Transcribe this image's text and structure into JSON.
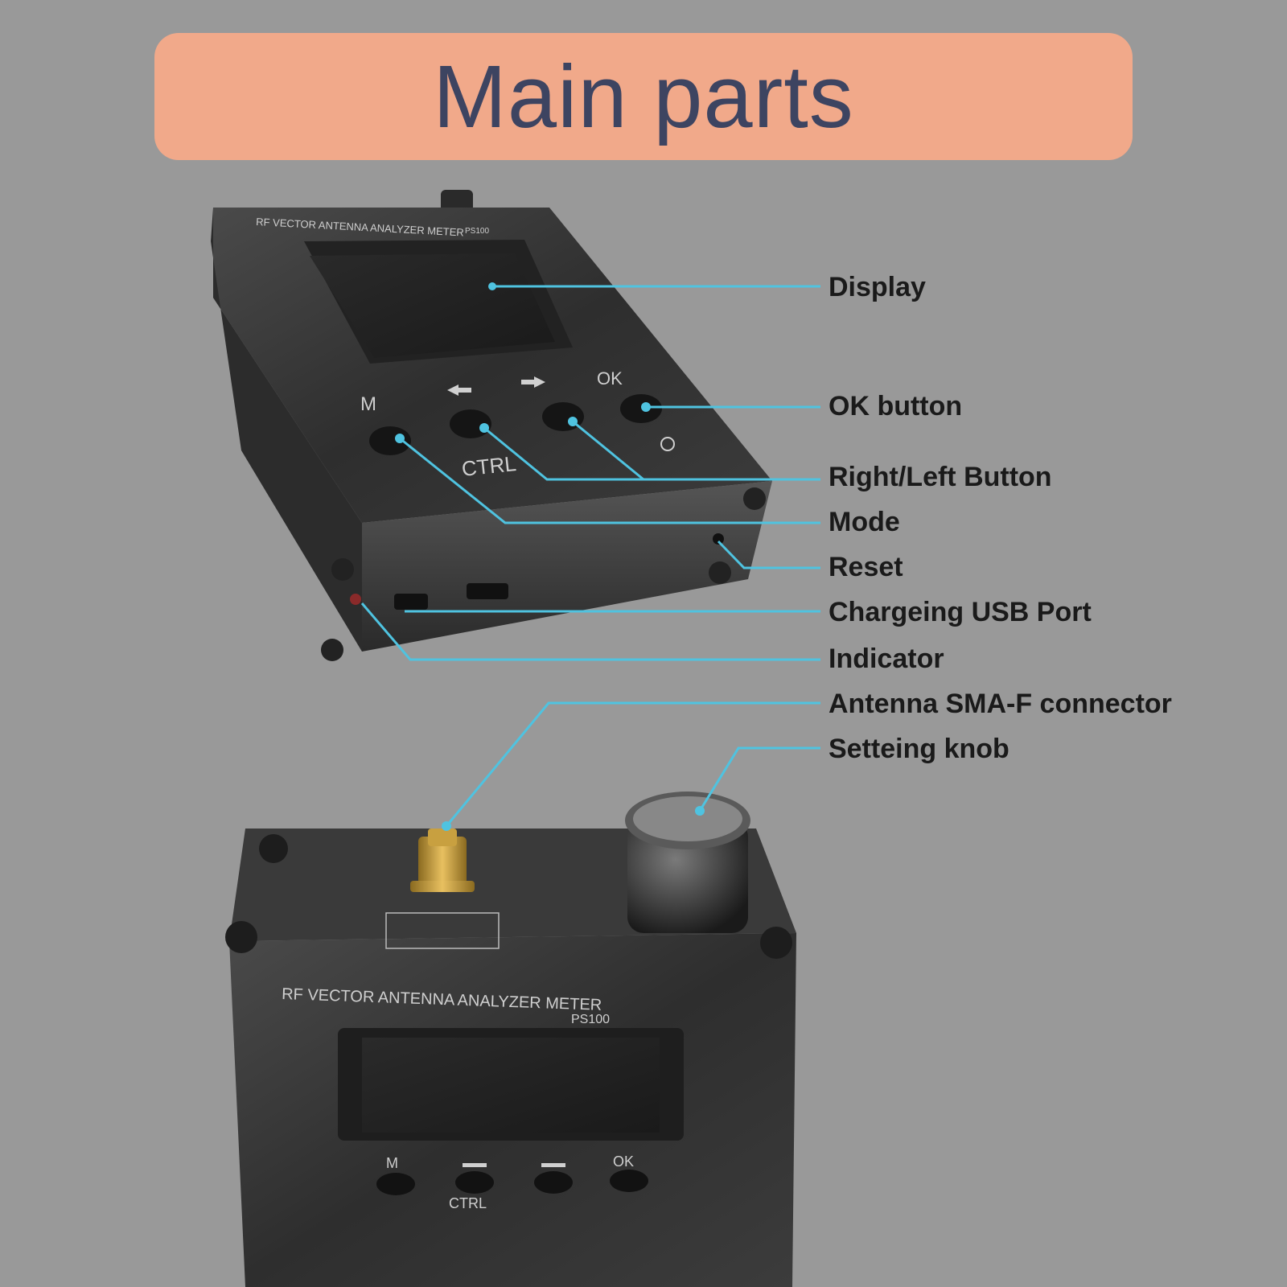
{
  "title": "Main parts",
  "device": {
    "top_unit": {
      "panel_title": "RF VECTOR ANTENNA ANALYZER METER",
      "model": "PS100",
      "buttons": [
        "M",
        "",
        "",
        "OK"
      ],
      "ctrl_label": "CTRL"
    },
    "bottom_unit": {
      "panel_title": "RF VECTOR ANTENNA ANALYZER METER",
      "model": "PS100",
      "buttons": [
        "M",
        "",
        "",
        "OK"
      ],
      "ctrl_label": "CTRL"
    }
  },
  "callouts": [
    {
      "key": "display",
      "text": "Display"
    },
    {
      "key": "ok-button",
      "text": "OK button"
    },
    {
      "key": "right-left-button",
      "text": "Right/Left Button"
    },
    {
      "key": "mode",
      "text": "Mode"
    },
    {
      "key": "reset",
      "text": "Reset"
    },
    {
      "key": "charging-usb-port",
      "text": "Chargeing USB Port"
    },
    {
      "key": "indicator",
      "text": "Indicator"
    },
    {
      "key": "antenna-sma-f-connector",
      "text": "Antenna SMA-F connector"
    },
    {
      "key": "setting-knob",
      "text": "Setteing knob"
    }
  ],
  "colors": {
    "background": "#999999",
    "banner": "#f1a98a",
    "title_text": "#3d4461",
    "leader_line": "#4fc3e0",
    "device_body": "#3a3a3a"
  }
}
